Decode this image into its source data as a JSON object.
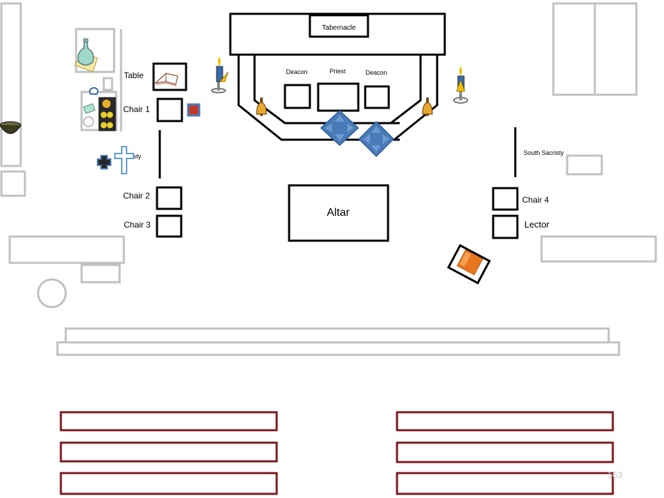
{
  "labels": {
    "tabernacle": "Tabernacle",
    "deacon_left": "Deacon",
    "priest": "Priest",
    "deacon_right": "Deacon",
    "table": "Table",
    "chair1": "Chair 1",
    "sacristy": "Sacristy",
    "south_sacristy": "South Sacristy",
    "chair2": "Chair 2",
    "chair3": "Chair 3",
    "chair4": "Chair 4",
    "lector": "Lector",
    "altar": "Altar"
  },
  "page_number": "163",
  "colors": {
    "furniture": "#c0c0c0",
    "pew": "#7b1a1f",
    "marker": "#4a7ab8",
    "book": "#e8761e",
    "ink": "#000000"
  },
  "icons": [
    "water-cruet-icon",
    "candle-icon",
    "bell-icon",
    "cross-marker-icon",
    "processional-cross-icon",
    "bowl-icon",
    "book-icon",
    "lectionary-icon"
  ]
}
